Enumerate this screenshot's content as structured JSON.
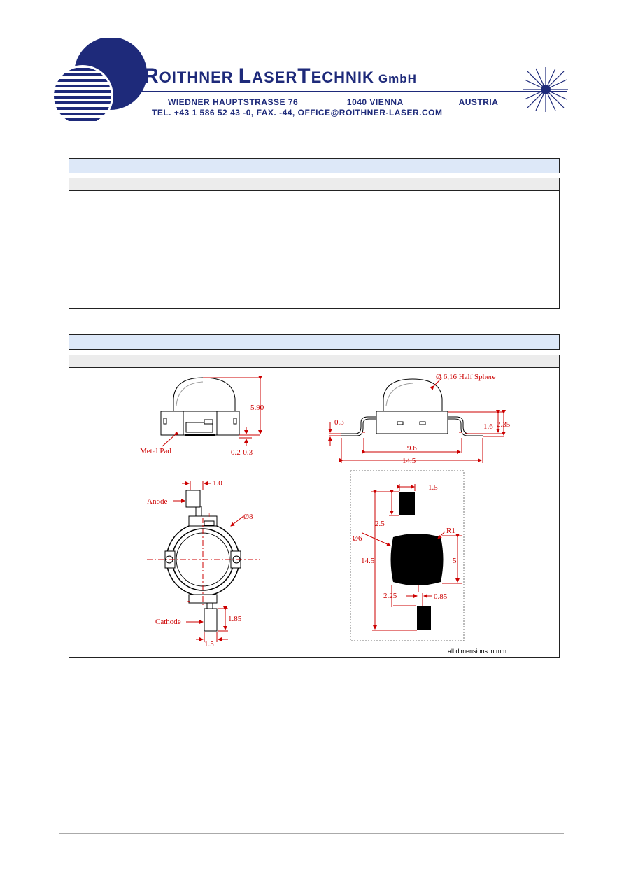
{
  "header": {
    "company_first": "R",
    "company_rest1": "OITHNER ",
    "company_L": "L",
    "company_rest2": "ASER",
    "company_T": "T",
    "company_rest3": "ECHNIK",
    "gmbh": "GmbH",
    "street": "WIEDNER HAUPTSTRASSE 76",
    "city": "1040 VIENNA",
    "country": "AUSTRIA",
    "contact": "TEL. +43 1 586 52 43 -0, FAX. -44, OFFICE@ROITHNER-LASER.COM",
    "brand_color": "#1e2a7a"
  },
  "drawing": {
    "dim_590": "5.90",
    "metal_pad": "Metal Pad",
    "dim_0203": "0.2-0.3",
    "half_sphere": "Ø 6,16 Half Sphere",
    "dim_03": "0.3",
    "dim_16": "1.6",
    "dim_235": "2.35",
    "dim_96": "9.6",
    "dim_145_side": "14.5",
    "dim_10": "1.0",
    "anode": "Anode",
    "plus": "+",
    "dia8": "Ø8",
    "minus": "-",
    "cathode": "Cathode",
    "dim_185": "1.85",
    "dim_15_bottom": "1.5",
    "dim_15_pad": "1.5",
    "dim_25": "2.5",
    "r1": "R1",
    "dia6": "Ø6",
    "dim_145_pad": "14.5",
    "dim_5": "5",
    "dim_225": "2.25",
    "dim_085": "0.85",
    "line_color": "#cc0000"
  },
  "note": "all dimensions in mm"
}
